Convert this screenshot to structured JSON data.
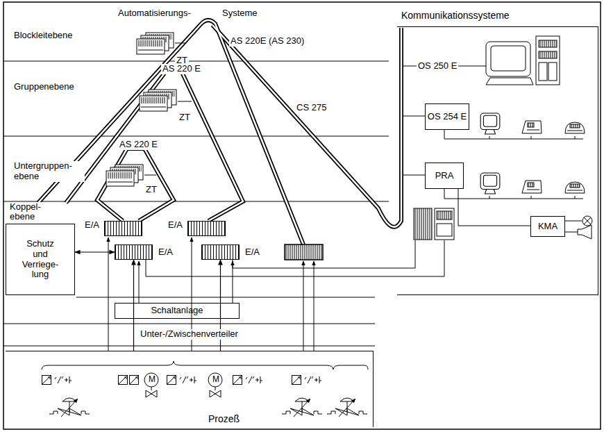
{
  "diagram": {
    "nodes": [
      {
        "text": [
          "Kommunikationssysteme"
        ]
      },
      {
        "text": [
          "OS 254 E"
        ],
        "in": 0
      },
      {
        "text": [
          "PRA"
        ],
        "in": 0
      },
      {
        "text": [
          "KMA"
        ],
        "in": 0
      },
      {
        "text": [
          "Schutz und Verriege- lung"
        ]
      },
      {
        "text": [
          "E/A"
        ]
      },
      {
        "text": [
          "E/A"
        ]
      },
      {
        "text": [
          "E/A"
        ]
      },
      {
        "text": [
          "E/A"
        ]
      },
      {
        "text": [
          "Schaltanlage"
        ]
      },
      {
        "text": [
          "Prozeß"
        ]
      }
    ],
    "edges": [
      {
        "from": 4,
        "to": 6,
        "arrow": "both"
      },
      {
        "from": 10,
        "to": 6,
        "arrow": "to"
      },
      {
        "from": 10,
        "to": 8,
        "arrow": "to"
      }
    ],
    "labels": [
      "Automatisierungs-",
      "Systeme",
      "Blockleitebene",
      "Gruppenebene",
      "Untergruppen- ebene",
      "Koppel- ebene",
      "ZT",
      "ZT",
      "ZT",
      "AS 220E (AS 230)",
      "AS 220 E",
      "AS 220 E",
      "CS 275",
      "OS 250 E",
      "Unter-/Zwischenverteiler",
      "M",
      "M"
    ]
  }
}
